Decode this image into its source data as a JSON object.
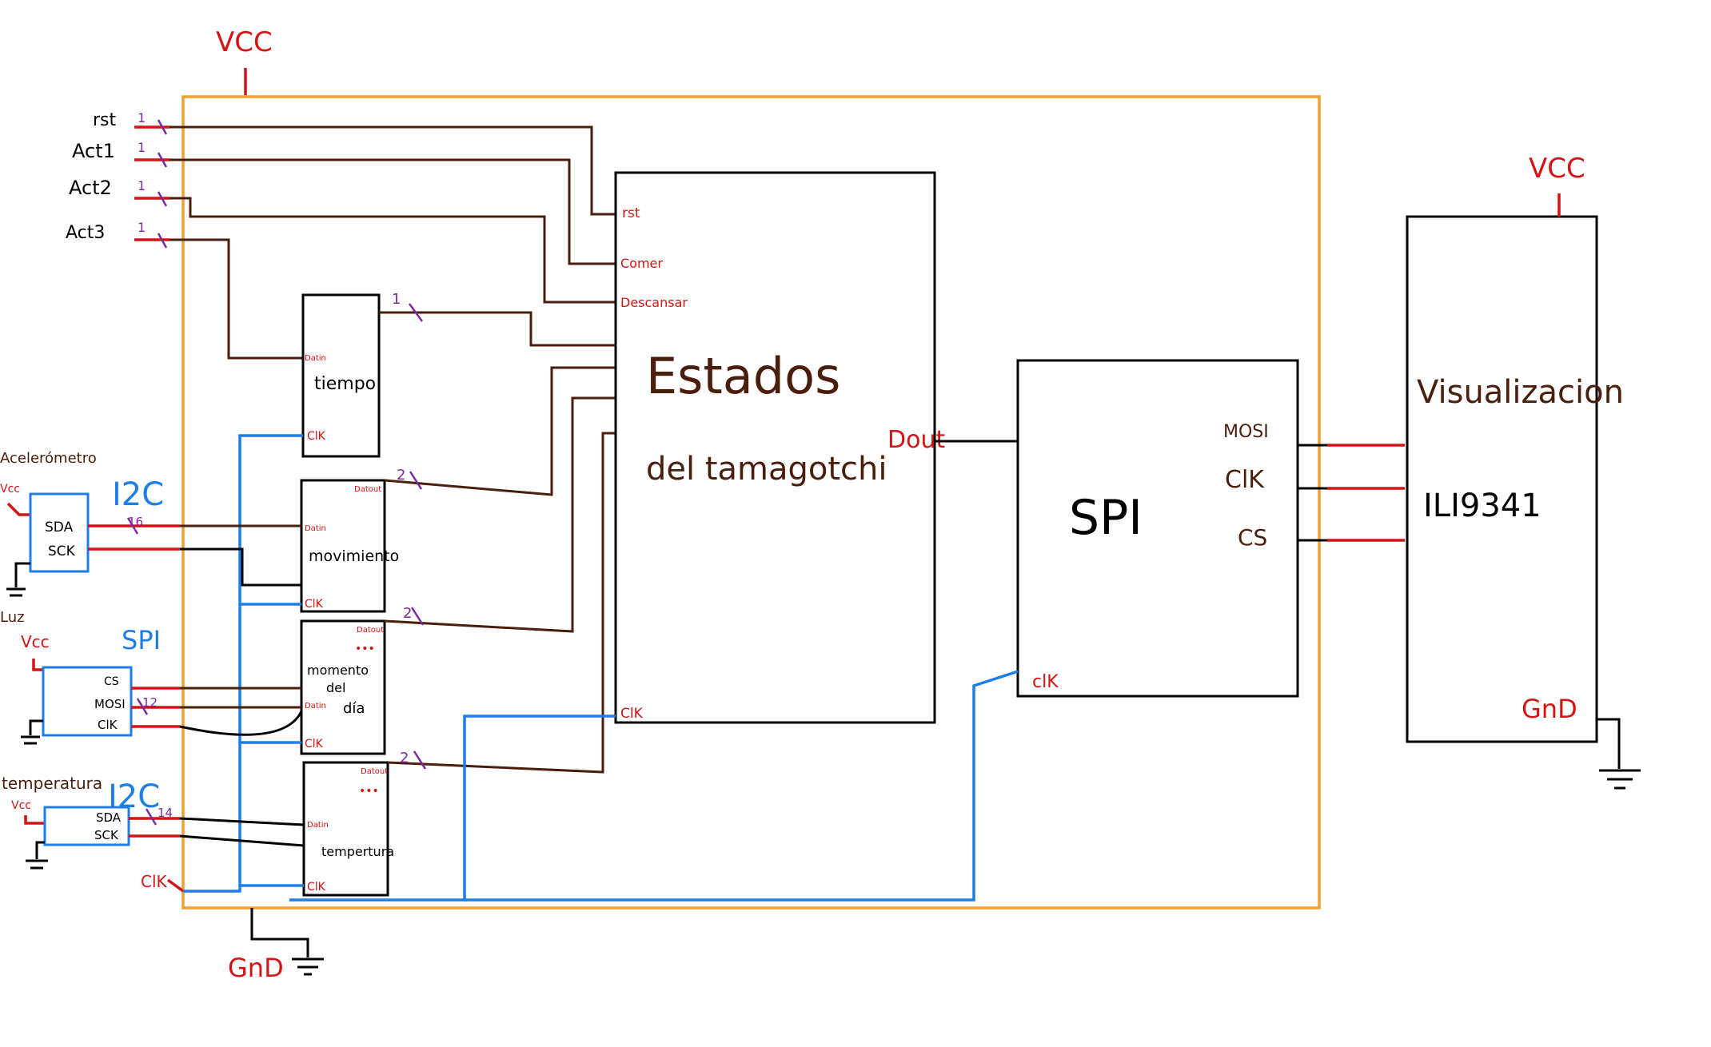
{
  "colors": {
    "power": "#d41414",
    "wire": "#4a1e0c",
    "clock": "#1e7ee8",
    "bus_width": "#7b2a9b",
    "frame": "#f0a030"
  },
  "power": {
    "vcc_top": "VCC",
    "vcc_right": "VCC",
    "gnd_bottom": "GnD",
    "gnd_right": "GnD",
    "vcc_small": "Vcc"
  },
  "inputs": {
    "rst": "rst",
    "act1": "Act1",
    "act2": "Act2",
    "act3": "Act3",
    "w_rst": "1",
    "w_act1": "1",
    "w_act2": "1",
    "w_act3": "1",
    "clk": "ClK"
  },
  "modules": {
    "tiempo": {
      "label": "tiempo",
      "in": "Datin",
      "clk": "ClK",
      "w": "1"
    },
    "movimiento": {
      "label": "movimiento",
      "in": "Datin",
      "out": "Datout",
      "clk": "ClK",
      "w": "2"
    },
    "momento": {
      "label1": "momento",
      "label2": "del",
      "label3": "día",
      "in": "Datin",
      "out": "Datout",
      "clk": "ClK",
      "w": "2",
      "dots": "•••"
    },
    "temperatura": {
      "label": "tempertura",
      "in": "Datin",
      "out": "Datout",
      "clk": "ClK",
      "w": "2",
      "dots": "•••"
    }
  },
  "states": {
    "title1": "Estados",
    "title2": "del tamagotchi",
    "p_rst": "rst",
    "p_comer": "Comer",
    "p_descansar": "Descansar",
    "p_clk": "ClK",
    "p_dout": "Dout"
  },
  "spi": {
    "title": "SPI",
    "mosi": "MOSI",
    "clk": "ClK",
    "cs": "CS",
    "in_clk": "clK"
  },
  "display": {
    "title": "Visualizacion",
    "chip": "ILI9341",
    "gnd": "GnD"
  },
  "sensors": {
    "accel": {
      "name": "Acelerómetro",
      "bus": "I2C",
      "sda": "SDA",
      "sck": "SCK",
      "w": "16",
      "vcc": "Vcc"
    },
    "luz": {
      "name": "Luz",
      "bus": "SPI",
      "cs": "CS",
      "mosi": "MOSI",
      "clk": "ClK",
      "w": "12",
      "vcc": "Vcc"
    },
    "temp": {
      "name": "temperatura",
      "bus": "I2C",
      "sda": "SDA",
      "sck": "SCK",
      "w": "14",
      "vcc": "Vcc"
    }
  }
}
